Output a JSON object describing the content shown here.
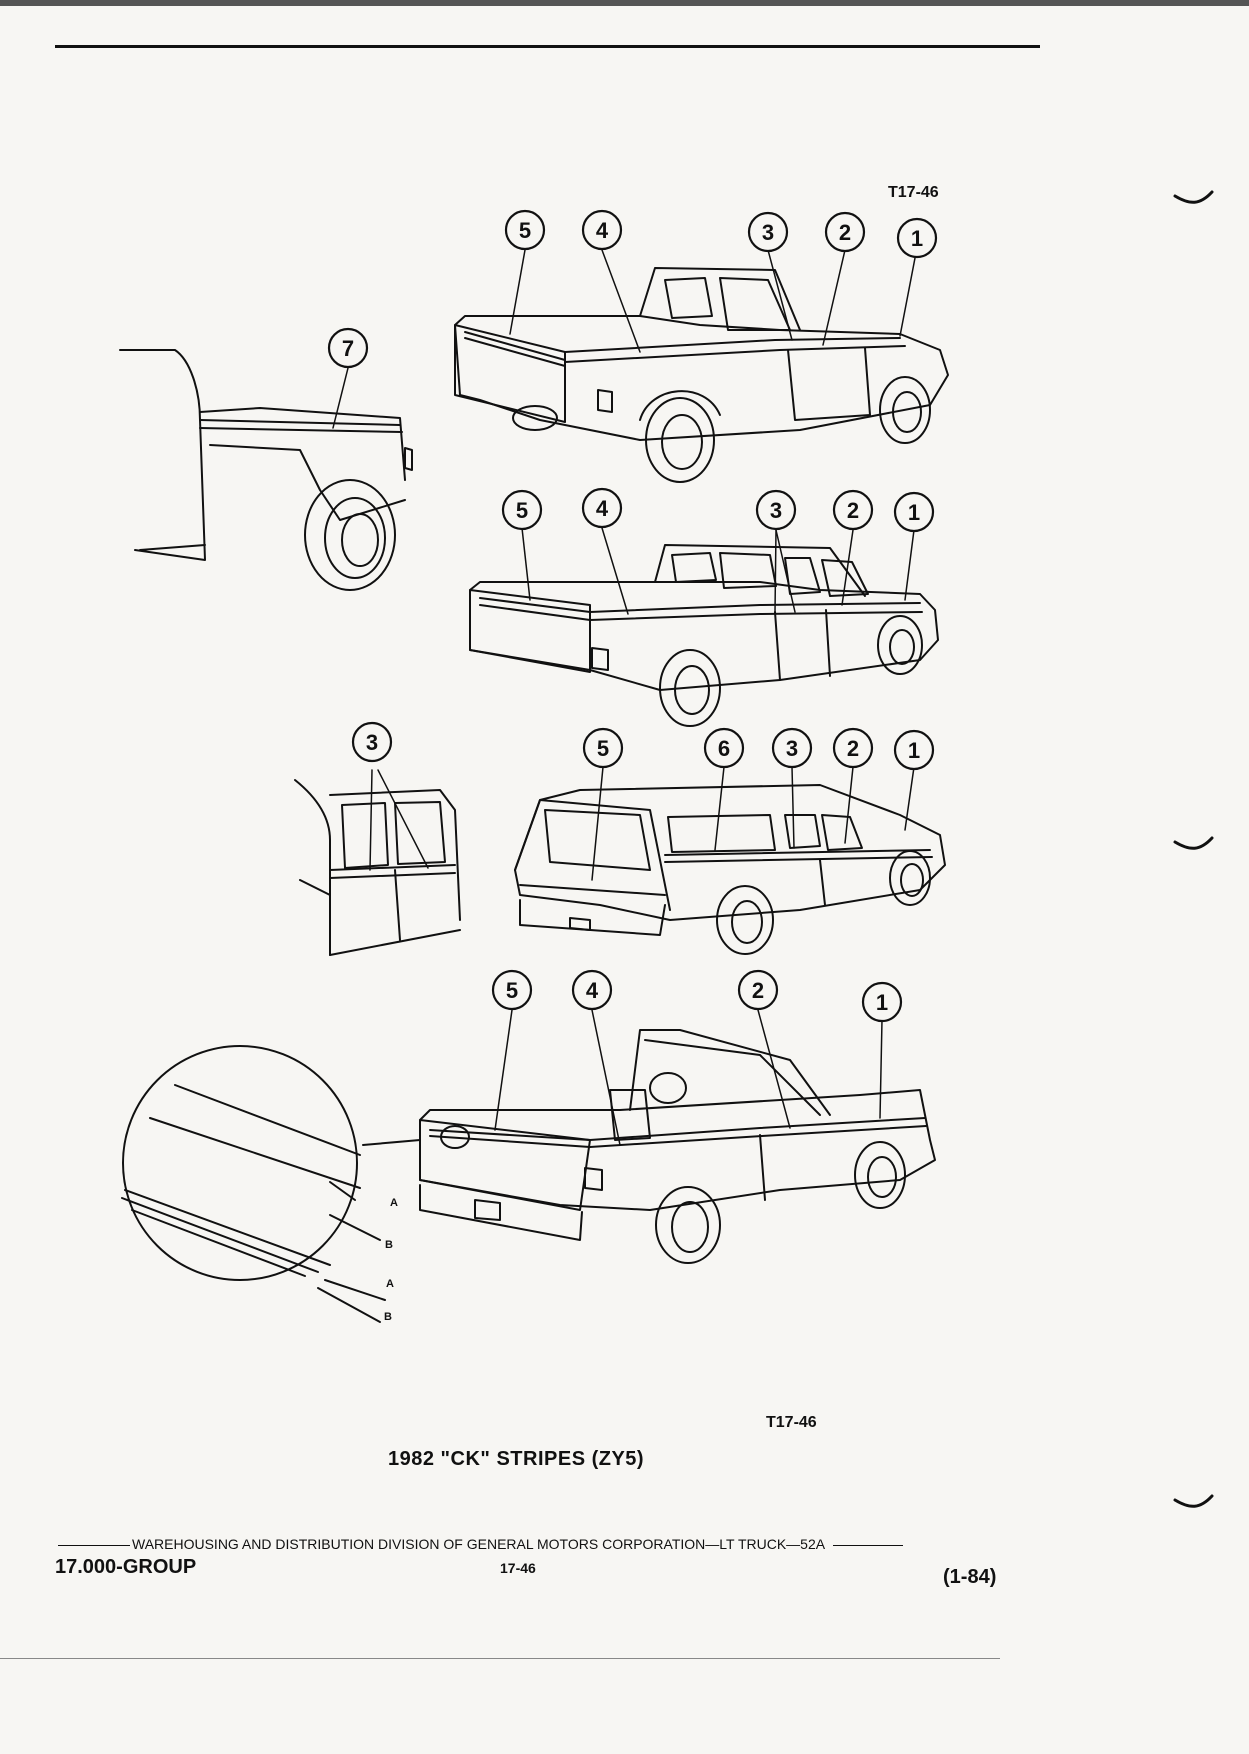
{
  "figure_ref_top": "T17-46",
  "figure_ref_bottom": "T17-46",
  "callouts": {
    "one": "1",
    "two": "2",
    "three": "3",
    "four": "4",
    "five": "5",
    "six": "6",
    "seven": "7",
    "a": "A",
    "b": "B"
  },
  "caption": "1982 \"CK\" STRIPES (ZY5)",
  "footer": {
    "division": "WAREHOUSING AND DISTRIBUTION  DIVISION OF GENERAL MOTORS CORPORATION—LT TRUCK—52A",
    "group": "17.000-GROUP",
    "page": "17-46",
    "revision": "(1-84)"
  }
}
